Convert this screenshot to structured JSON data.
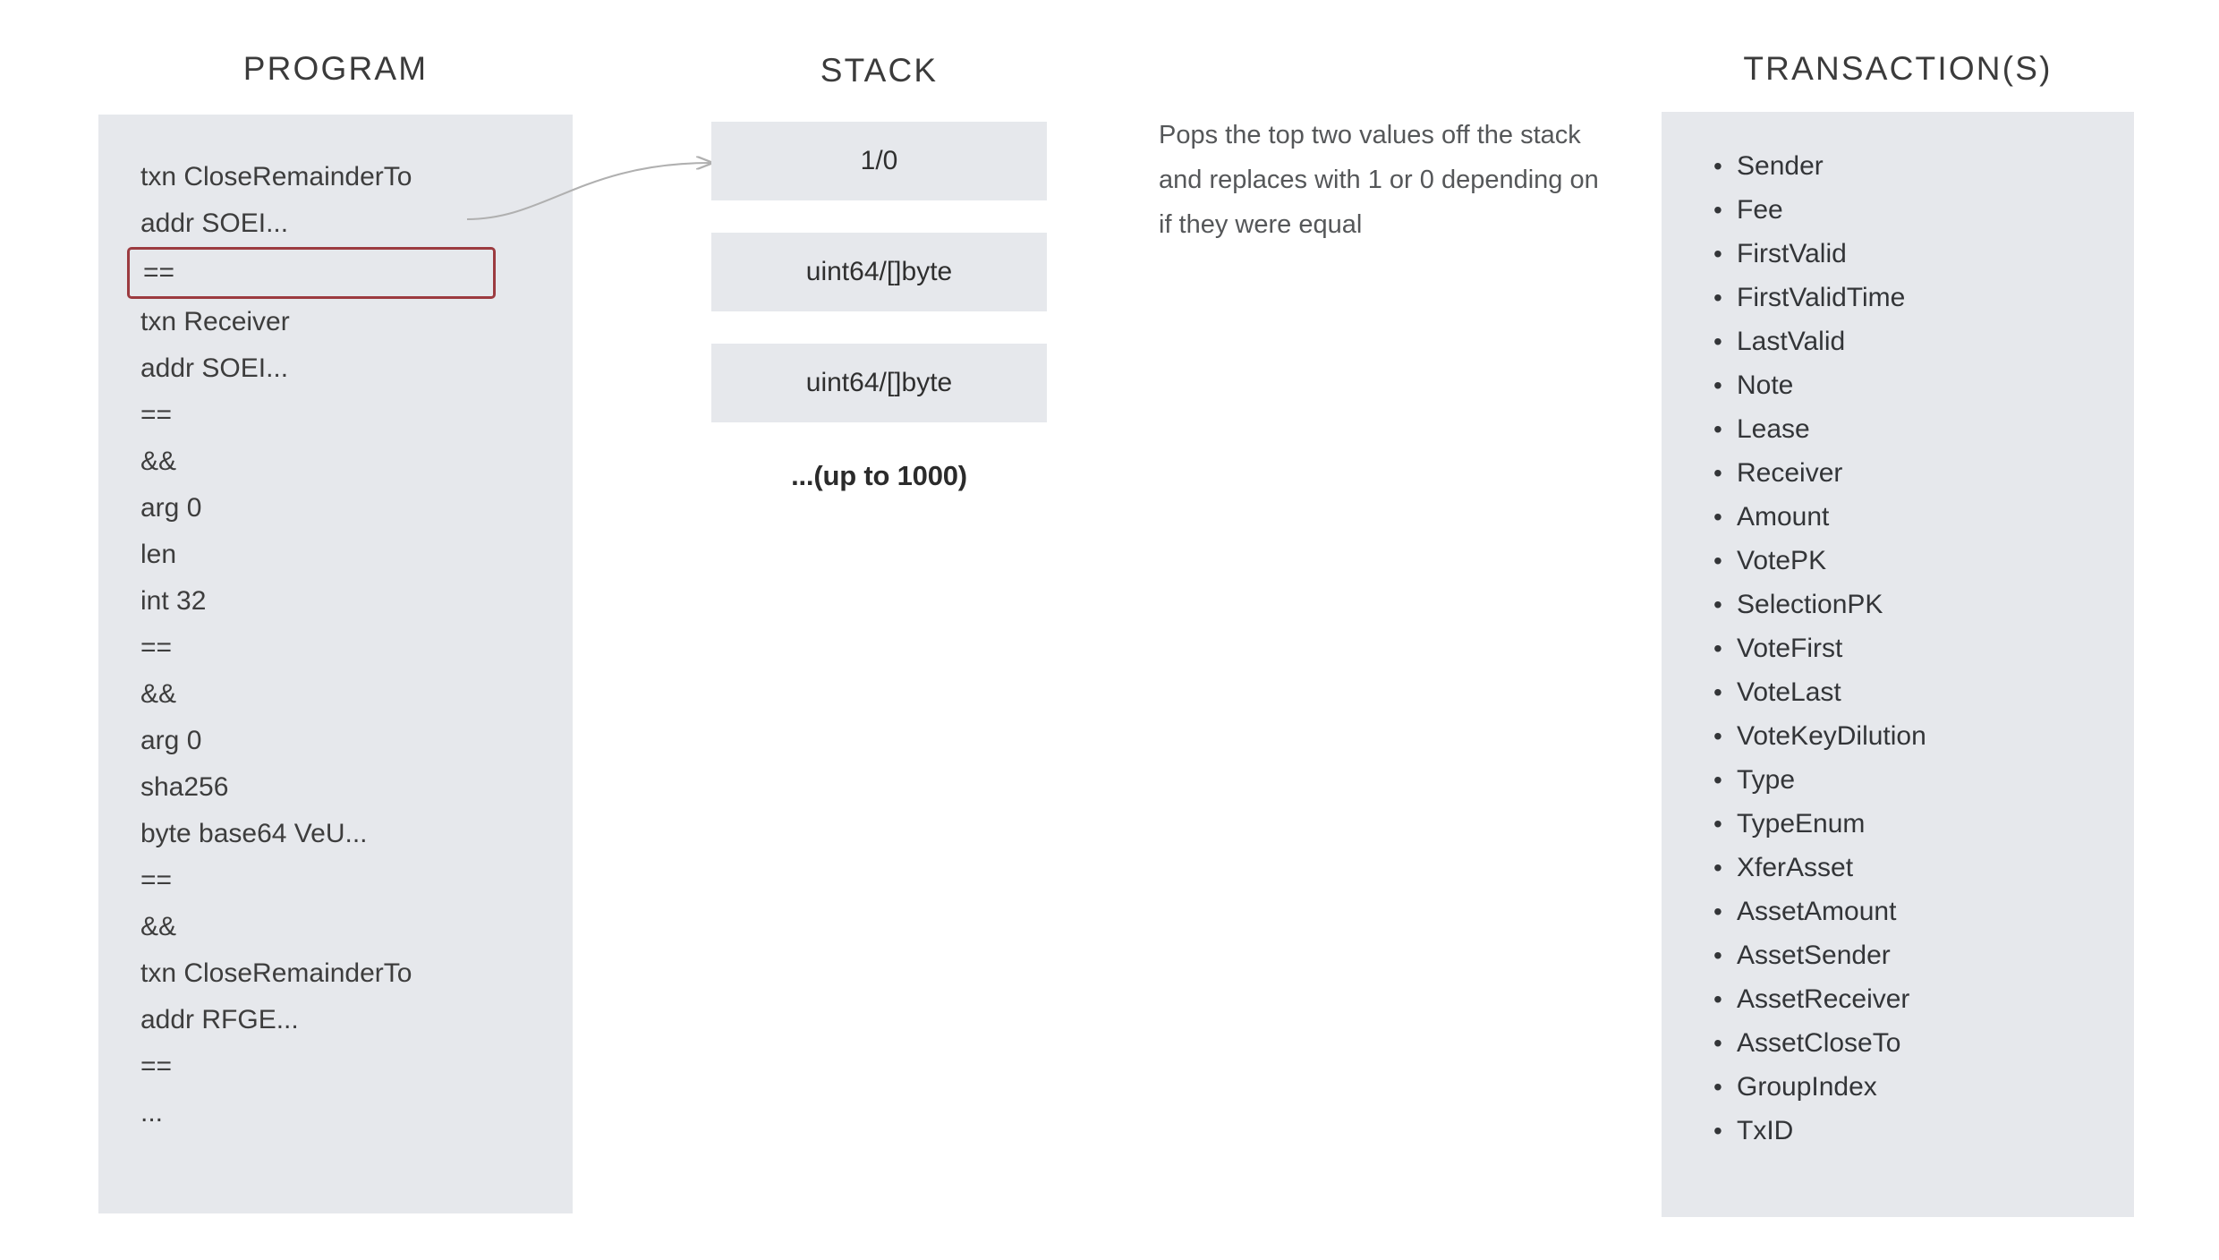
{
  "program": {
    "title": "PROGRAM",
    "lines": [
      {
        "text": "txn CloseRemainderTo",
        "highlighted": false
      },
      {
        "text": "addr SOEI...",
        "highlighted": false
      },
      {
        "text": "==",
        "highlighted": true
      },
      {
        "text": "txn Receiver",
        "highlighted": false
      },
      {
        "text": "addr SOEI...",
        "highlighted": false
      },
      {
        "text": "==",
        "highlighted": false
      },
      {
        "text": "&&",
        "highlighted": false
      },
      {
        "text": "arg 0",
        "highlighted": false
      },
      {
        "text": "len",
        "highlighted": false
      },
      {
        "text": "int 32",
        "highlighted": false
      },
      {
        "text": "==",
        "highlighted": false
      },
      {
        "text": "&&",
        "highlighted": false
      },
      {
        "text": "arg 0",
        "highlighted": false
      },
      {
        "text": "sha256",
        "highlighted": false
      },
      {
        "text": "byte base64 VeU...",
        "highlighted": false
      },
      {
        "text": "==",
        "highlighted": false
      },
      {
        "text": "&&",
        "highlighted": false
      },
      {
        "text": "txn CloseRemainderTo",
        "highlighted": false
      },
      {
        "text": "addr RFGE...",
        "highlighted": false
      },
      {
        "text": "==",
        "highlighted": false
      },
      {
        "text": "...",
        "highlighted": false
      }
    ],
    "highlight_color": "#9c3b40",
    "panel_color": "#e6e8ec"
  },
  "stack": {
    "title": "STACK",
    "cells": [
      {
        "label": "1/0"
      },
      {
        "label": "uint64/[]byte"
      },
      {
        "label": "uint64/[]byte"
      }
    ],
    "more_label": "...(up to 1000)",
    "cell_color": "#e6e8ec"
  },
  "annotation": {
    "text": "Pops the top two values off the stack and replaces with 1 or 0 depending on if they were equal"
  },
  "transactions": {
    "title": "TRANSACTION(S)",
    "fields": [
      "Sender",
      "Fee",
      "FirstValid",
      "FirstValidTime",
      "LastValid",
      "Note",
      "Lease",
      "Receiver",
      "Amount",
      "VotePK",
      "SelectionPK",
      "VoteFirst",
      "VoteLast",
      "VoteKeyDilution",
      "Type",
      "TypeEnum",
      "XferAsset",
      "AssetAmount",
      "AssetSender",
      "AssetReceiver",
      "AssetCloseTo",
      "GroupIndex",
      "TxID"
    ],
    "panel_color": "#e6e8ec"
  },
  "arrow": {
    "color": "#b0b0b0",
    "name": "program-to-stack-arrow"
  }
}
